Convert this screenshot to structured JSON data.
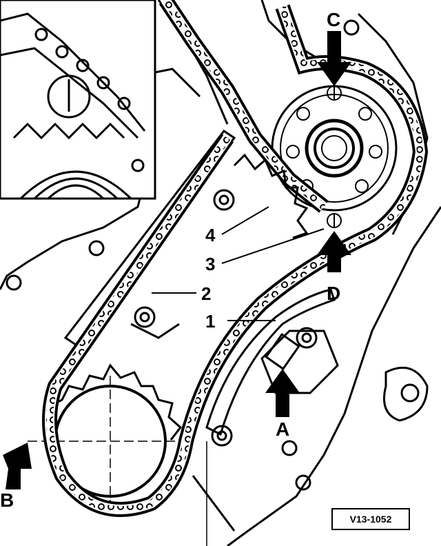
{
  "callouts": {
    "n1": "1",
    "n2": "2",
    "n3": "3",
    "n4": "4",
    "a": "A",
    "b": "B",
    "c": "C",
    "d": "D"
  },
  "reference": "V13-1052"
}
